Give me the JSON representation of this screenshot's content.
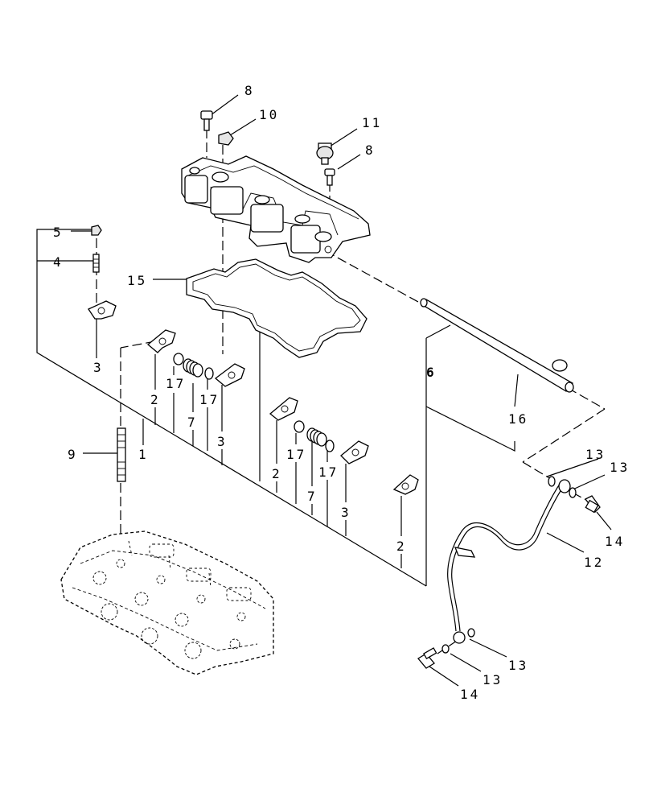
{
  "callouts": {
    "c8a": "8",
    "c10": "10",
    "c11": "11",
    "c8b": "8",
    "c5": "5",
    "c4": "4",
    "c15": "15",
    "c3a": "3",
    "c17a": "17",
    "c2a": "2",
    "c17b": "17",
    "c7a": "7",
    "c3b": "3",
    "c1": "1",
    "c9": "9",
    "c6": "6",
    "c16": "16",
    "c2b": "2",
    "c17c": "17",
    "c7b": "7",
    "c17d": "17",
    "c3c": "3",
    "c2c": "2",
    "c13a": "13",
    "c13b": "13",
    "c14a": "14",
    "c12": "12",
    "c13c": "13",
    "c13d": "13",
    "c14b": "14"
  }
}
